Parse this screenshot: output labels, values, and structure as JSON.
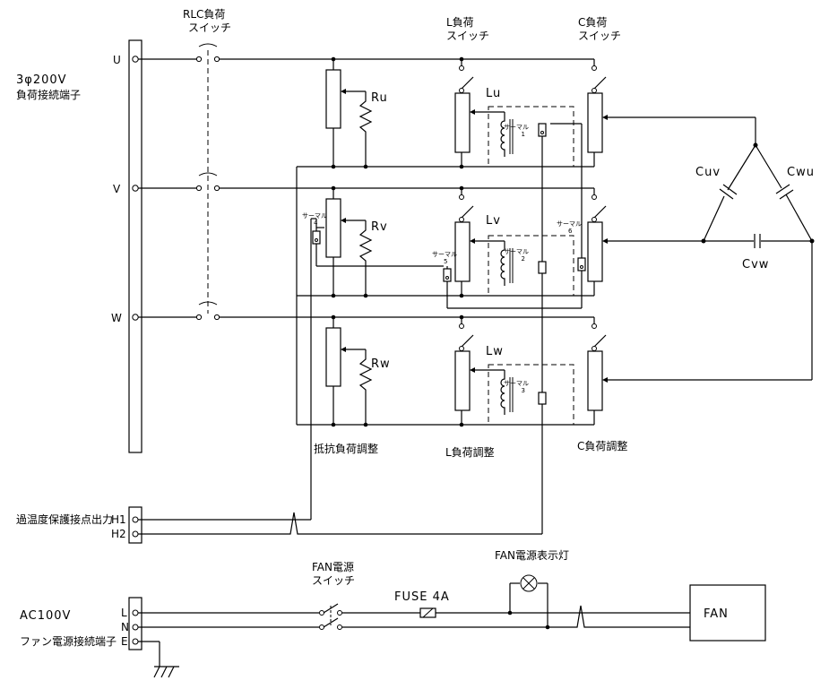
{
  "labels": {
    "rlc_switch_1": "RLC負荷",
    "rlc_switch_2": "スイッチ",
    "l_switch_1": "L負荷",
    "l_switch_2": "スイッチ",
    "c_switch_1": "C負荷",
    "c_switch_2": "スイッチ",
    "supply_1": "3φ200V",
    "supply_2": "負荷接続端子",
    "phase_u": "U",
    "phase_v": "V",
    "phase_w": "W",
    "ru": "Ru",
    "rv": "Rv",
    "rw": "Rw",
    "lu": "Lu",
    "lv": "Lv",
    "lw": "Lw",
    "cuv": "Cuv",
    "cwu": "Cwu",
    "cvw": "Cvw",
    "thermal": "サーマル",
    "thermal_1": "1",
    "thermal_2": "2",
    "thermal_3": "3",
    "thermal_4": "4",
    "thermal_5": "5",
    "thermal_6": "6",
    "r_adjust": "抵抗負荷調整",
    "l_adjust": "L負荷調整",
    "c_adjust": "C負荷調整",
    "overtemp": "過温度保護接点出力",
    "h1": "H1",
    "h2": "H2",
    "fan_switch_1": "FAN電源",
    "fan_switch_2": "スイッチ",
    "fan_lamp": "FAN電源表示灯",
    "fuse": "FUSE 4A",
    "ac100v": "AC100V",
    "fan_terminal": "ファン電源接続端子",
    "term_l": "L",
    "term_n": "N",
    "term_e": "E",
    "fan": "FAN"
  }
}
